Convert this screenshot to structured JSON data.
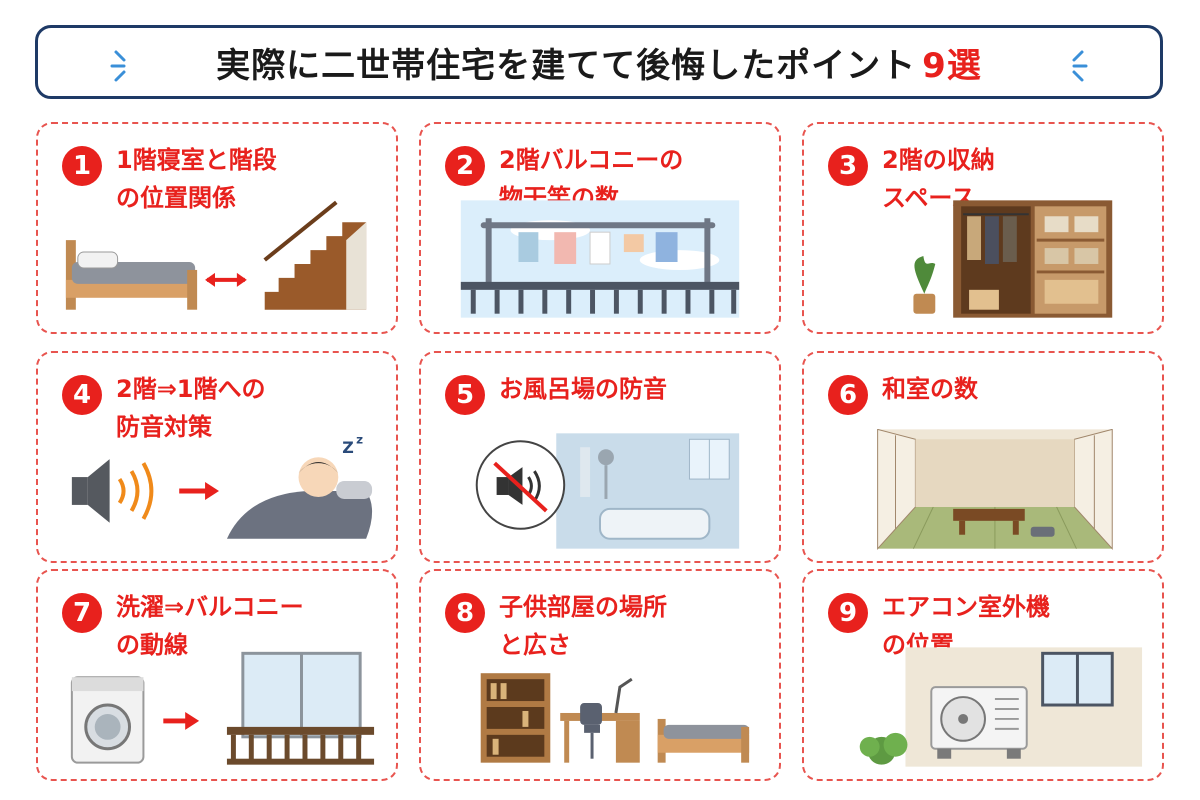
{
  "title": {
    "main": "実際に二世帯住宅を建てて後悔したポイント",
    "count": "9選"
  },
  "colors": {
    "accent": "#e8211d",
    "navy": "#1e3a66",
    "dash": "#e8544f"
  },
  "cards": [
    {
      "number": "1",
      "label": "1階寝室と階段\nの位置関係",
      "icon": "bed-stairs-illustration"
    },
    {
      "number": "2",
      "label": "2階バルコニーの\n物干竿の数",
      "icon": "laundry-pole-illustration"
    },
    {
      "number": "3",
      "label": "2階の収納\nスペース",
      "icon": "closet-illustration"
    },
    {
      "number": "4",
      "label": "2階⇒1階への\n防音対策",
      "icon": "speaker-sleeper-illustration"
    },
    {
      "number": "5",
      "label": "お風呂場の防音",
      "icon": "bathroom-mute-illustration"
    },
    {
      "number": "6",
      "label": "和室の数",
      "icon": "japanese-room-illustration"
    },
    {
      "number": "7",
      "label": "洗濯⇒バルコニー\nの動線",
      "icon": "washer-balcony-illustration"
    },
    {
      "number": "8",
      "label": "子供部屋の場所\nと広さ",
      "icon": "kids-room-illustration"
    },
    {
      "number": "9",
      "label": "エアコン室外機\nの位置",
      "icon": "ac-outdoor-unit-illustration"
    }
  ]
}
